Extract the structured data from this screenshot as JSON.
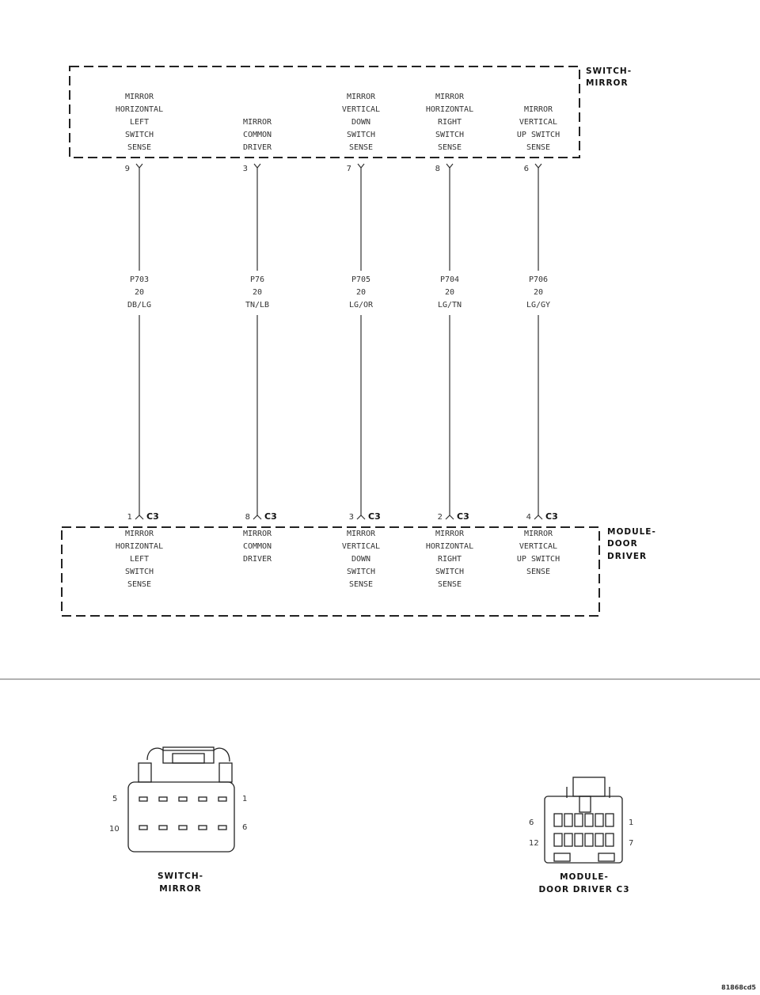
{
  "top_component": {
    "name_line1": "SWITCH-",
    "name_line2": "MIRROR"
  },
  "bottom_component": {
    "name_line1": "MODULE-",
    "name_line2": "DOOR",
    "name_line3": "DRIVER"
  },
  "connector_label": "C3",
  "circuits": [
    {
      "top_pin": "9",
      "bottom_pin": "1",
      "top_label": [
        "MIRROR",
        "HORIZONTAL",
        "LEFT",
        "SWITCH",
        "SENSE"
      ],
      "bottom_label": [
        "MIRROR",
        "HORIZONTAL",
        "LEFT",
        "SWITCH",
        "SENSE"
      ],
      "wire": [
        "P703",
        "20",
        "DB/LG"
      ]
    },
    {
      "top_pin": "3",
      "bottom_pin": "8",
      "top_label": [
        "MIRROR",
        "COMMON",
        "DRIVER"
      ],
      "bottom_label": [
        "MIRROR",
        "COMMON",
        "DRIVER"
      ],
      "wire": [
        "P76",
        "20",
        "TN/LB"
      ]
    },
    {
      "top_pin": "7",
      "bottom_pin": "3",
      "top_label": [
        "MIRROR",
        "VERTICAL",
        "DOWN",
        "SWITCH",
        "SENSE"
      ],
      "bottom_label": [
        "MIRROR",
        "VERTICAL",
        "DOWN",
        "SWITCH",
        "SENSE"
      ],
      "wire": [
        "P705",
        "20",
        "LG/OR"
      ]
    },
    {
      "top_pin": "8",
      "bottom_pin": "2",
      "top_label": [
        "MIRROR",
        "HORIZONTAL",
        "RIGHT",
        "SWITCH",
        "SENSE"
      ],
      "bottom_label": [
        "MIRROR",
        "HORIZONTAL",
        "RIGHT",
        "SWITCH",
        "SENSE"
      ],
      "wire": [
        "P704",
        "20",
        "LG/TN"
      ]
    },
    {
      "top_pin": "6",
      "bottom_pin": "4",
      "top_label": [
        "MIRROR",
        "VERTICAL",
        "UP SWITCH",
        "SENSE"
      ],
      "bottom_label": [
        "MIRROR",
        "VERTICAL",
        "UP SWITCH",
        "SENSE"
      ],
      "wire": [
        "P706",
        "20",
        "LG/GY"
      ]
    }
  ],
  "connector_views": {
    "switch_mirror": {
      "pin_top_left": "5",
      "pin_top_right": "1",
      "pin_bottom_left": "10",
      "pin_bottom_right": "6",
      "caption_line1": "SWITCH-",
      "caption_line2": "MIRROR"
    },
    "module_door_driver": {
      "pin_top_left": "6",
      "pin_top_right": "1",
      "pin_bottom_left": "12",
      "pin_bottom_right": "7",
      "caption_line1": "MODULE-",
      "caption_line2": "DOOR DRIVER C3"
    }
  },
  "figure_id": "81868cd5"
}
